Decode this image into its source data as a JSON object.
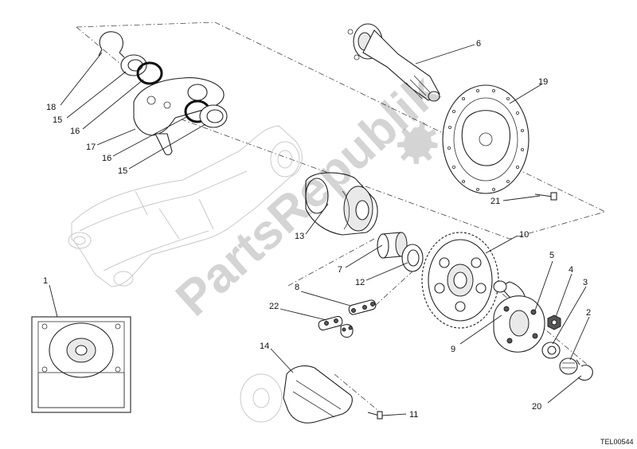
{
  "diagram_code": "TEL00544",
  "watermark": "PartsRepublik",
  "callouts": {
    "c1": "1",
    "c2": "2",
    "c3": "3",
    "c4": "4",
    "c5": "5",
    "c6": "6",
    "c7": "7",
    "c8": "8",
    "c9": "9",
    "c10": "10",
    "c11": "11",
    "c12": "12",
    "c13": "13",
    "c14": "14",
    "c15a": "15",
    "c15b": "15",
    "c16a": "16",
    "c16b": "16",
    "c17": "17",
    "c18": "18",
    "c19": "19",
    "c20": "20",
    "c21": "21",
    "c22": "22"
  }
}
